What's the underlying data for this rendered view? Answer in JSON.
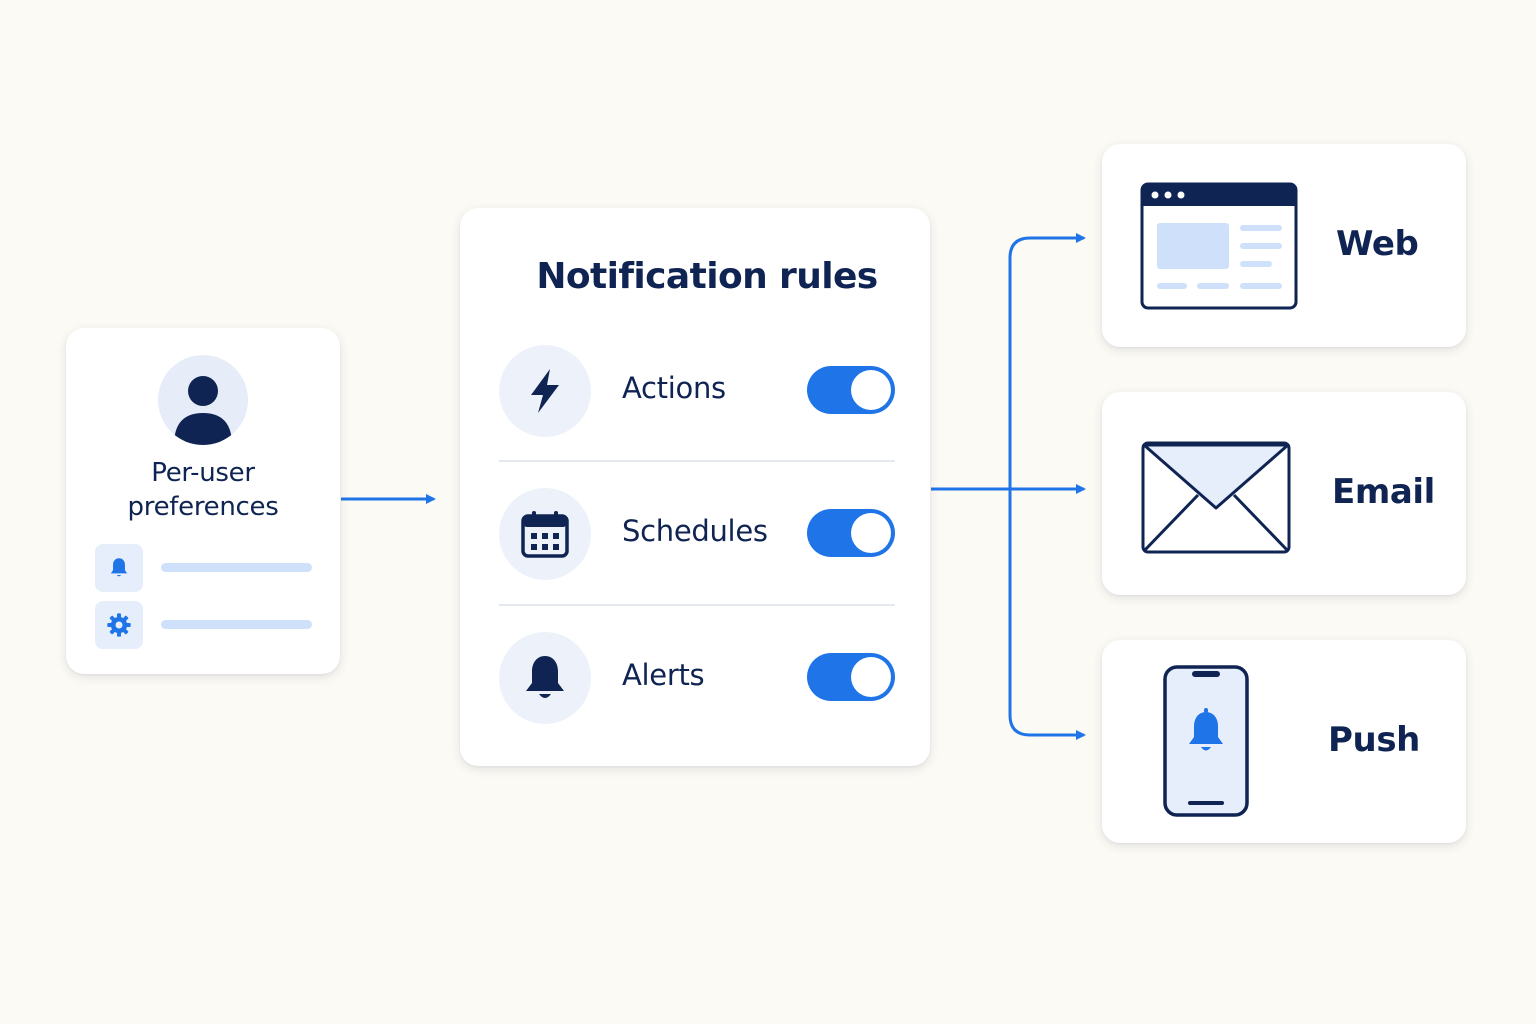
{
  "preferences": {
    "title_line1": "Per-user",
    "title_line2": "preferences",
    "icons": [
      "user-icon",
      "bell-icon",
      "gear-icon"
    ]
  },
  "rules": {
    "title": "Notification rules",
    "items": [
      {
        "label": "Actions",
        "icon": "lightning-icon",
        "enabled": true
      },
      {
        "label": "Schedules",
        "icon": "calendar-icon",
        "enabled": true
      },
      {
        "label": "Alerts",
        "icon": "bell-icon",
        "enabled": true
      }
    ]
  },
  "channels": [
    {
      "label": "Web",
      "icon": "browser-window-icon"
    },
    {
      "label": "Email",
      "icon": "envelope-icon"
    },
    {
      "label": "Push",
      "icon": "phone-notification-icon"
    }
  ],
  "colors": {
    "accent": "#1f74e8",
    "navy": "#0f2452",
    "light_blue": "#cfe0fb",
    "background": "#fcfaf4"
  }
}
